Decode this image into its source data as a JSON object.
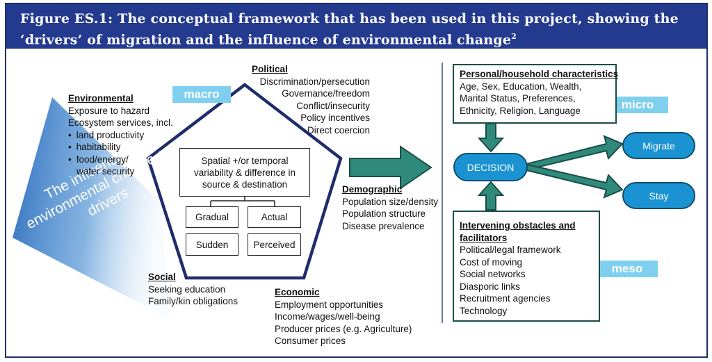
{
  "title": {
    "line1": "Figure ES.1: The conceptual framework that has been used in this project, showing the",
    "line2": "‘drivers’ of migration and the influence of environmental change",
    "sup": "2"
  },
  "environmental": {
    "heading": "Environmental",
    "lines": [
      "Exposure to hazard",
      "Ecosystem services, incl."
    ],
    "bullets": [
      "land productivity",
      "habitability",
      "food/energy/",
      "water security"
    ]
  },
  "political": {
    "heading": "Political",
    "lines": [
      "Discrimination/persecution",
      "Governance/freedom",
      "Conflict/insecurity",
      "Policy incentives",
      "Direct coercion"
    ]
  },
  "demographic": {
    "heading": "Demographic",
    "lines": [
      "Population size/density",
      "Population structure",
      "Disease prevalence"
    ]
  },
  "economic": {
    "heading": "Economic",
    "lines": [
      "Employment opportunities",
      "Income/wages/well-being",
      "Producer prices (e.g. Agriculture)",
      "Consumer prices"
    ]
  },
  "social": {
    "heading": "Social",
    "lines": [
      "Seeking education",
      "Family/kin obligations"
    ]
  },
  "pentagon": {
    "variability": "Spatial +/or temporal variability & difference in source & destination",
    "boxes": [
      "Gradual",
      "Actual",
      "Sudden",
      "Perceived"
    ]
  },
  "influence_label": "The influence of environmental change on drivers",
  "scales": {
    "macro": "macro",
    "micro": "micro",
    "meso": "meso"
  },
  "personal": {
    "heading": "Personal/household characteristics",
    "lines": [
      "Age, Sex, Education, Wealth,",
      "Marital Status, Preferences,",
      "Ethnicity, Religion, Language"
    ]
  },
  "decision": "DECISION",
  "outcomes": {
    "migrate": "Migrate",
    "stay": "Stay"
  },
  "obstacles": {
    "heading1": "Intervening obstacles and",
    "heading2": "facilitators",
    "lines": [
      "Political/legal framework",
      "Cost of moving",
      "Social networks",
      "Diasporic links",
      "Recruitment agencies",
      "Technology"
    ]
  },
  "colors": {
    "title_bg": "#243a8f",
    "arrow_green": "#2f8a7c",
    "arrow_dark": "#1a4d47",
    "pentagon_stroke": "#1f2d6b",
    "label_blue": "#7fd0ef",
    "oval_blue": "#1b93d3",
    "wedge_blue": "#3a7fc6"
  }
}
